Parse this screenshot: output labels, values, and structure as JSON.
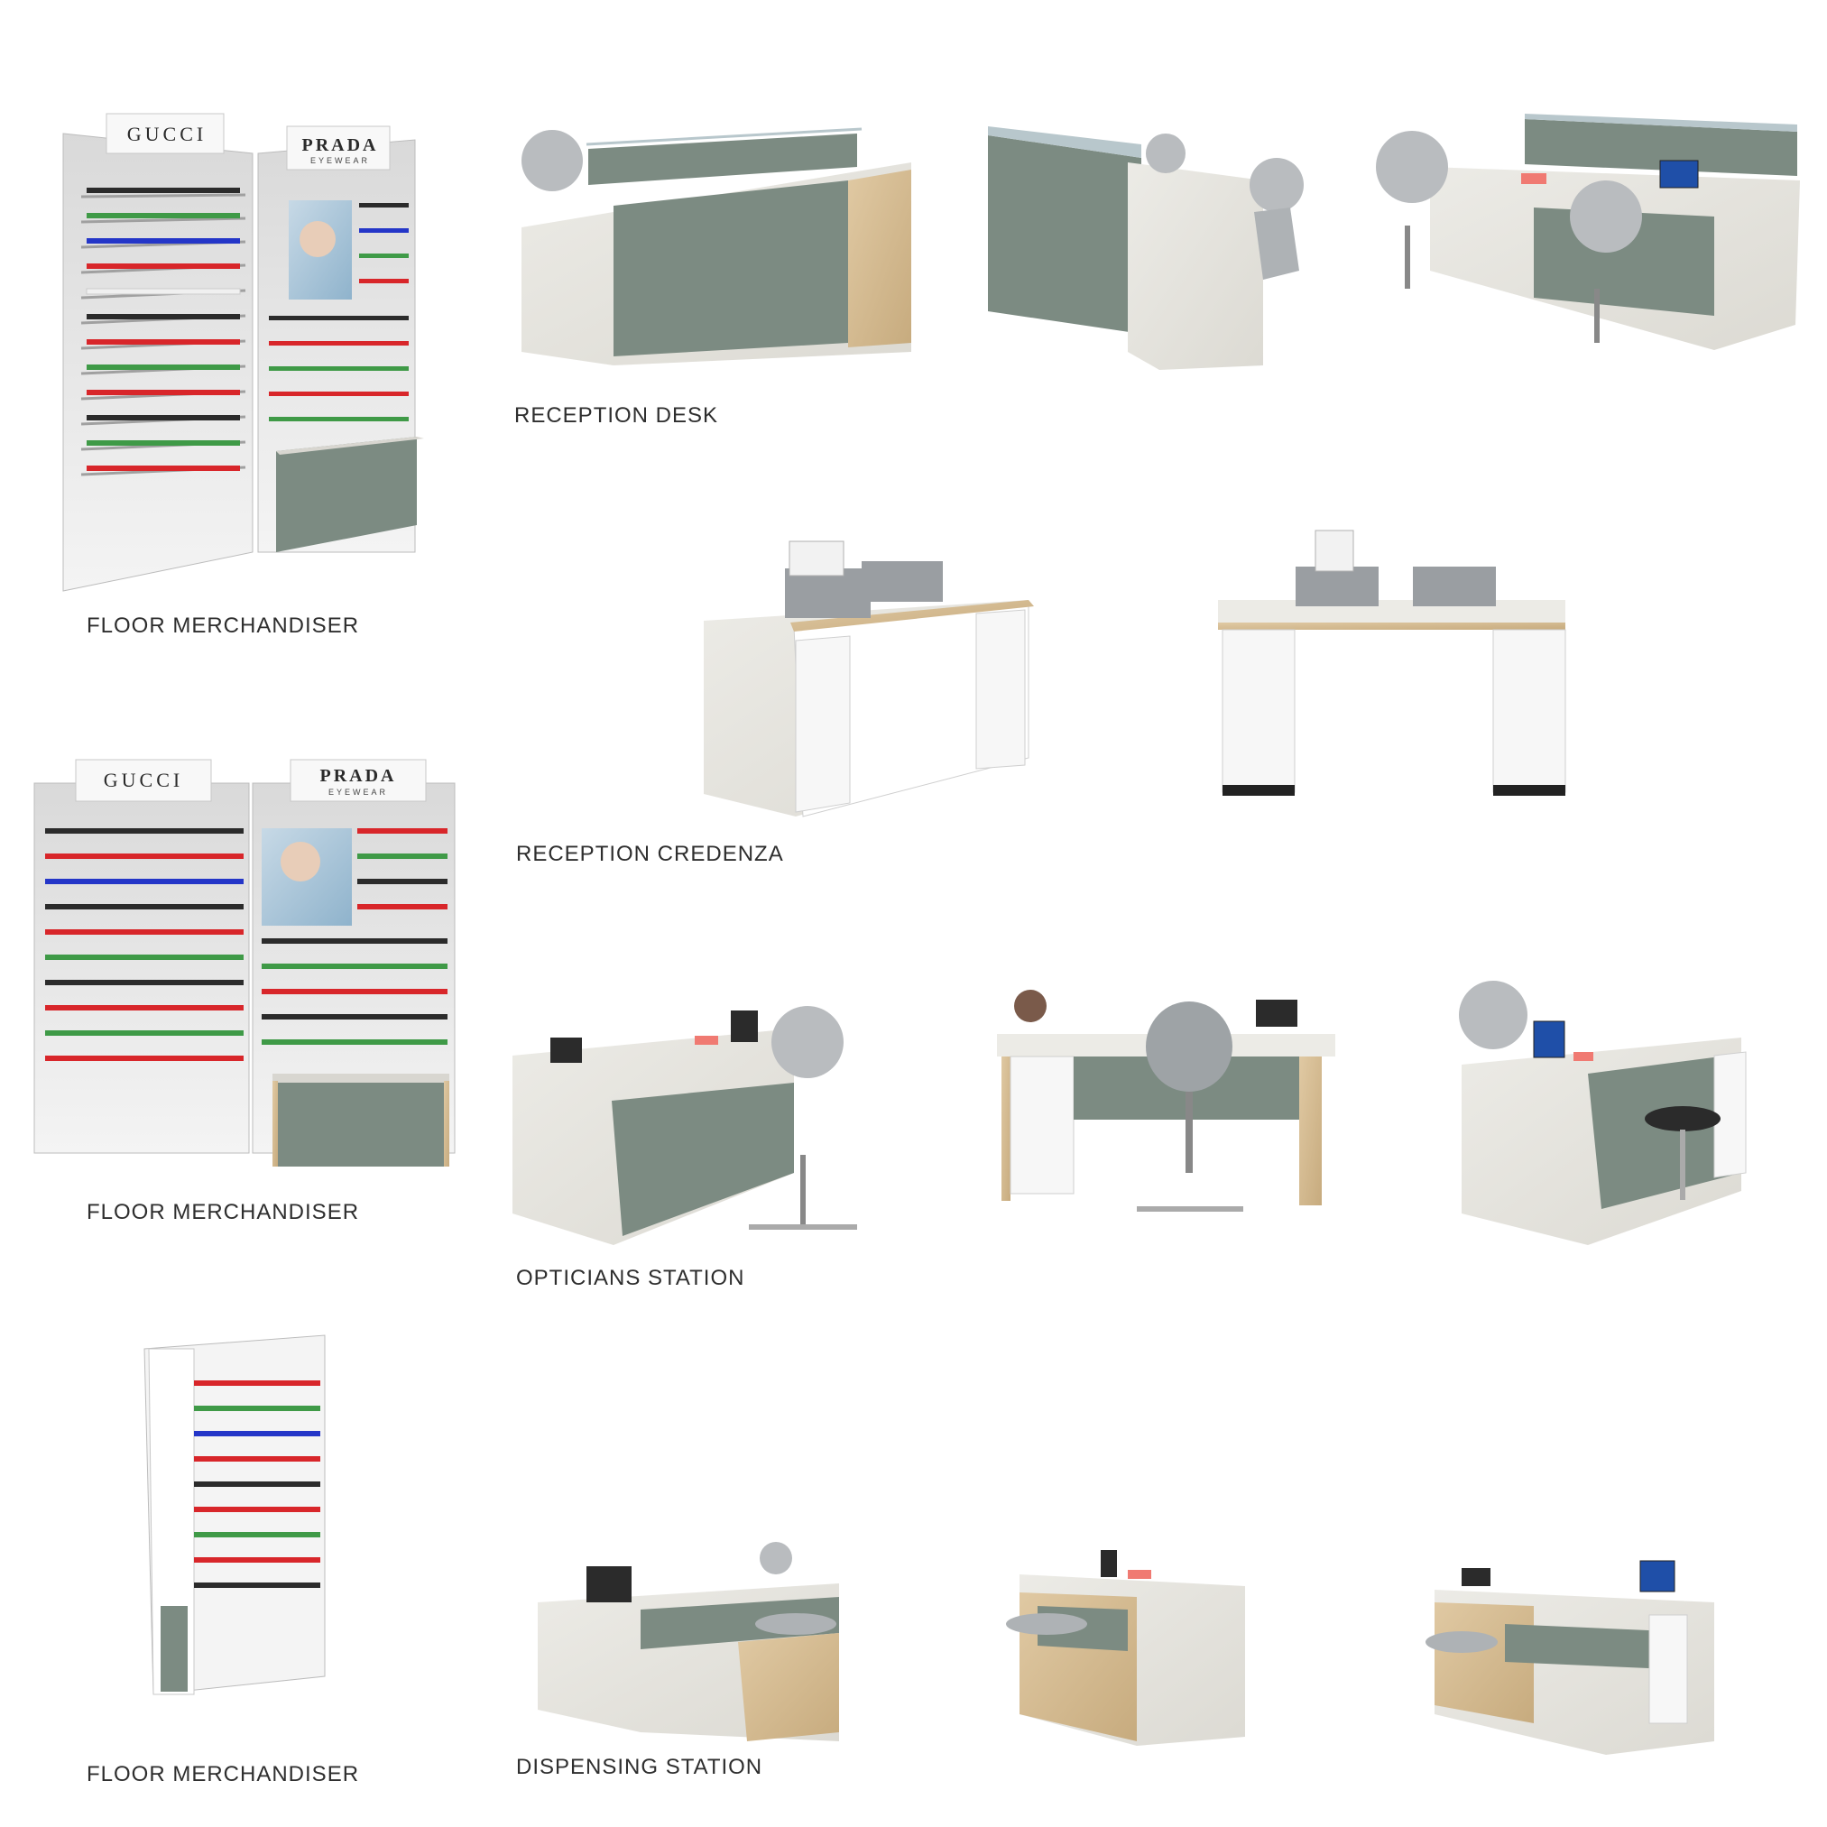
{
  "captions": {
    "floor_merchandiser_1": "FLOOR MERCHANDISER",
    "floor_merchandiser_2": "FLOOR MERCHANDISER",
    "floor_merchandiser_3": "FLOOR MERCHANDISER",
    "reception_desk": "RECEPTION DESK",
    "reception_credenza": "RECEPTION CREDENZA",
    "opticians_station": "OPTICIANS STATION",
    "dispensing_station": "DISPENSING STATION"
  },
  "brand_signs": {
    "gucci": "GUCCI",
    "prada": "PRADA",
    "prada_sub": "EYEWEAR"
  },
  "colors": {
    "background": "#ffffff",
    "sage_panel": "#7c8b82",
    "concrete": "#e6e4de",
    "oak_edge": "#cfb48a",
    "white_unit": "#f7f7f7",
    "chair_gray": "#9ea3a6",
    "frame_red": "#d8262a",
    "frame_blue": "#2436c8",
    "frame_green": "#3f9a47",
    "frame_black": "#2b2b2b"
  }
}
